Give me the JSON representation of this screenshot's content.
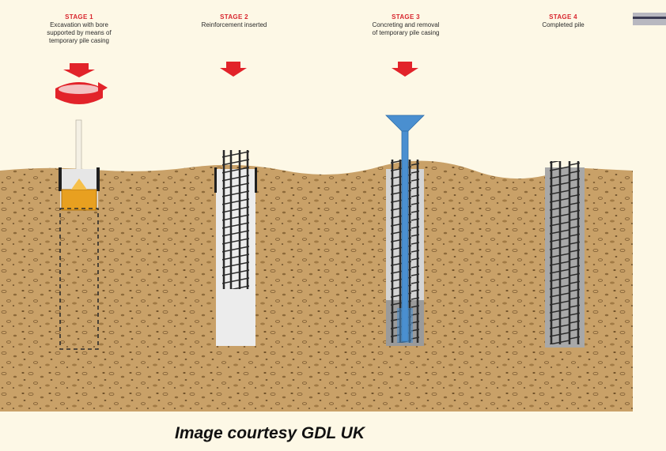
{
  "stages": [
    {
      "title": "STAGE 1",
      "desc_lines": [
        "Excavation with bore",
        "supported by means of",
        "temporary pile casing"
      ]
    },
    {
      "title": "STAGE 2",
      "desc_lines": [
        "Reinforcement inserted"
      ]
    },
    {
      "title": "STAGE 3",
      "desc_lines": [
        "Concreting and removal",
        "of temporary pile casing"
      ]
    },
    {
      "title": "STAGE 4",
      "desc_lines": [
        "Completed pile"
      ]
    }
  ],
  "credit": "Image courtesy GDL UK",
  "colors": {
    "background": "#fdf8e6",
    "soil": "#c8a064",
    "soil_speck": "#8a6434",
    "arrow_red": "#e2232a",
    "rebar": "#2a2a2a",
    "concrete": "#d9d9d9",
    "tremie_blue": "#4a8fd0",
    "bucket_orange": "#e8a020"
  }
}
